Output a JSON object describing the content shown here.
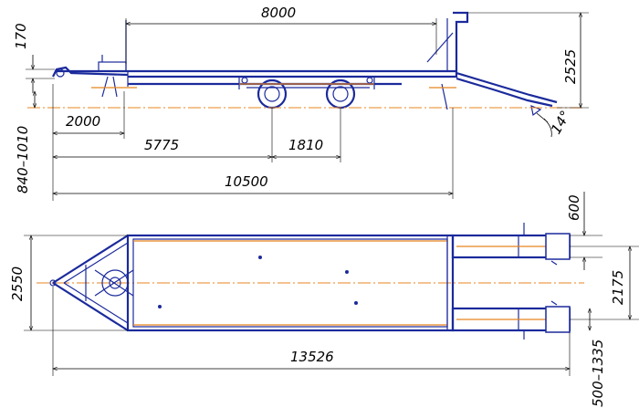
{
  "colors": {
    "frame": "#1b2a9c",
    "center_line": "#e8841f",
    "dimension": "#000000",
    "background": "#ffffff"
  },
  "side_view": {
    "dimensions": {
      "deck_length": "8000",
      "drawbar_height": "170",
      "total_height": "2525",
      "drawbar_length": "2000",
      "hitch_height": "840–1010",
      "to_axle_center": "5775",
      "axle_spacing": "1810",
      "platform_length": "10500",
      "ramp_angle": "14°"
    }
  },
  "top_view": {
    "dimensions": {
      "total_width": "2550",
      "ramp_width_offset": "600",
      "ramp_span": "2175",
      "overall_length": "13526",
      "ramp_track_range": "500–1335"
    }
  }
}
